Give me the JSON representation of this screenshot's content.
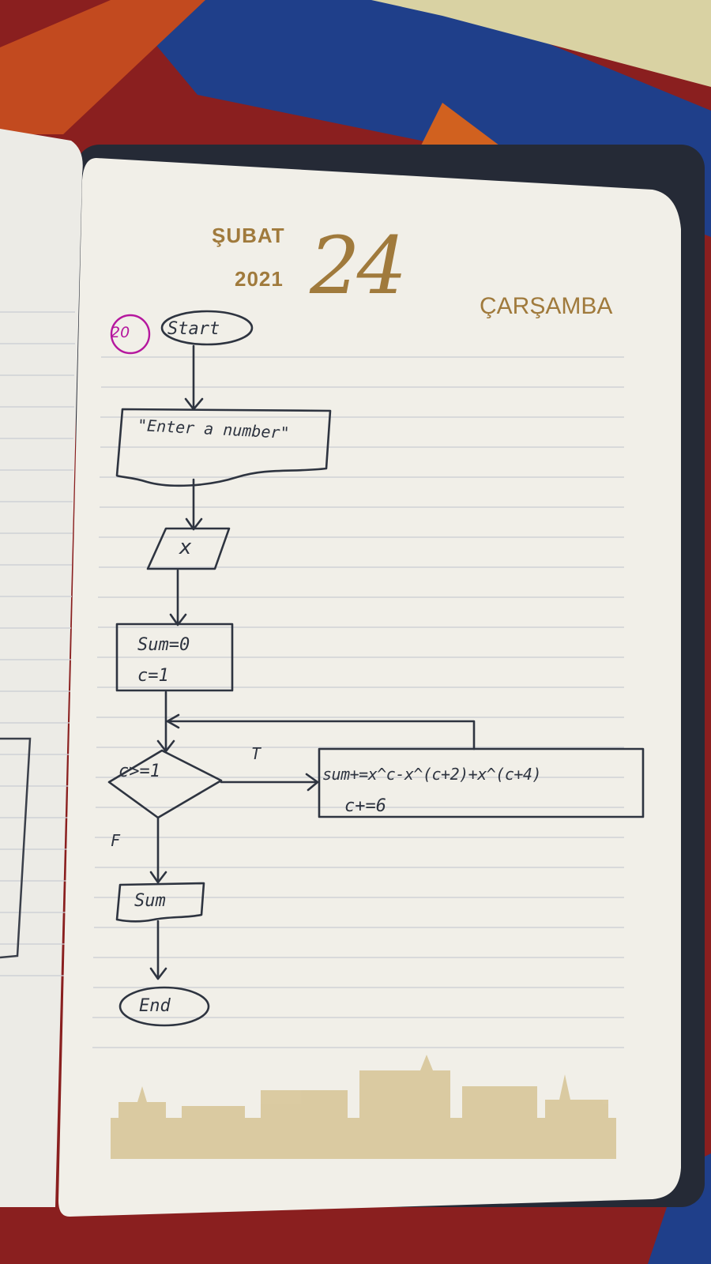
{
  "header": {
    "month": "ŞUBAT",
    "year": "2021",
    "day": "24",
    "weekday": "ÇARŞAMBA"
  },
  "annotation": {
    "question_number": "20"
  },
  "flowchart": {
    "start": "Start",
    "prompt": "\"Enter a number\"",
    "input": "x",
    "init_line1": "Sum=0",
    "init_line2": "c=1",
    "condition": "c>=1",
    "true_label": "T",
    "false_label": "F",
    "body_line1": "sum+=x^c-x^(c+2)+x^(c+4)",
    "body_line2": "c+=6",
    "output": "Sum",
    "end": "End"
  },
  "colors": {
    "ink": "#2e3440",
    "gold": "#a07a3c",
    "marker": "#b5179e",
    "paper": "#f1efe8",
    "rule": "#c9ccd2"
  }
}
